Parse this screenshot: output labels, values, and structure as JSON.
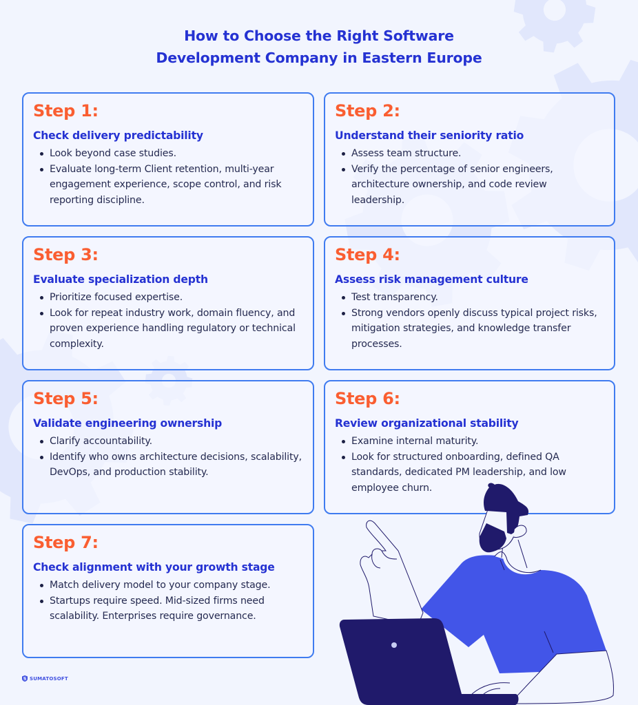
{
  "header": {
    "title_line1": "How to Choose the Right Software",
    "title_line2": "Development Company in Eastern Europe"
  },
  "colors": {
    "background": "#f2f5fe",
    "title": "#2532d2",
    "step_label": "#fa5e31",
    "card_border": "#3f7bf0",
    "body_text": "#252a50",
    "shirt": "#4255e8",
    "dark_navy": "#201a6b"
  },
  "steps": [
    {
      "label": "Step 1:",
      "heading": "Check delivery predictability",
      "bullets": [
        "Look beyond case studies.",
        "Evaluate long-term Client retention, multi-year engagement experience, scope control, and risk reporting discipline."
      ]
    },
    {
      "label": "Step 2:",
      "heading": "Understand their seniority ratio",
      "bullets": [
        "Assess team structure.",
        "Verify the percentage of senior engineers, architecture ownership, and code review leadership."
      ]
    },
    {
      "label": "Step 3:",
      "heading": "Evaluate specialization depth",
      "bullets": [
        "Prioritize focused expertise.",
        "Look for repeat industry work, domain fluency, and proven experience handling regulatory or technical complexity."
      ]
    },
    {
      "label": "Step 4:",
      "heading": "Assess risk management culture",
      "bullets": [
        "Test transparency.",
        "Strong vendors openly discuss typical project risks, mitigation strategies, and knowledge transfer processes."
      ]
    },
    {
      "label": "Step 5:",
      "heading": "Validate engineering ownership",
      "bullets": [
        "Clarify accountability.",
        "Identify who owns architecture decisions, scalability, DevOps, and production stability."
      ]
    },
    {
      "label": "Step 6:",
      "heading": "Review organizational stability",
      "bullets": [
        "Examine internal maturity.",
        "Look for structured onboarding, defined QA standards, dedicated PM leadership, and low employee churn."
      ]
    },
    {
      "label": "Step 7:",
      "heading": "Check alignment with your growth stage",
      "bullets": [
        "Match delivery model to your company stage.",
        "Startups require speed. Mid-sized firms need scalability. Enterprises require governance."
      ]
    }
  ],
  "footer": {
    "logo_icon": "shield-s-icon",
    "logo_text": "SUMATOSOFT"
  },
  "illustration": {
    "icon": "man-pointing-with-laptop-illustration"
  }
}
